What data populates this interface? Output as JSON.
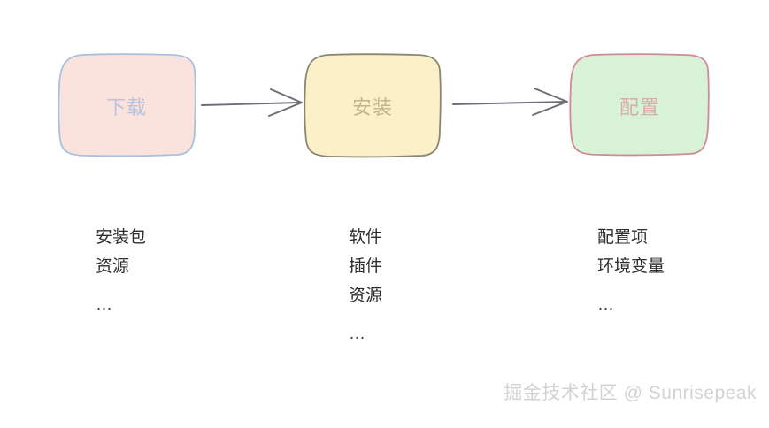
{
  "diagram": {
    "type": "flowchart",
    "orientation": "left-to-right",
    "background_color": "#ffffff",
    "nodes": [
      {
        "id": "download",
        "label": "下载",
        "fill_color": "#fbe3dd",
        "border_color": "#a8bfe0",
        "text_color": "#b6c3e2"
      },
      {
        "id": "install",
        "label": "安装",
        "fill_color": "#fcf0c8",
        "border_color": "#8a8672",
        "text_color": "#c2b48a"
      },
      {
        "id": "config",
        "label": "配置",
        "fill_color": "#d8f2d8",
        "border_color": "#d08a96",
        "text_color": "#dcada6"
      }
    ],
    "edges": [
      {
        "id": "edge-download-install",
        "from": "下载",
        "to": "安装",
        "color": "#6b6f75",
        "style": "arrow"
      },
      {
        "id": "edge-install-config",
        "from": "安装",
        "to": "配置",
        "color": "#6b6f75",
        "style": "arrow"
      }
    ],
    "detail_columns": [
      {
        "id": "download-details",
        "for_node": "下载",
        "items": [
          "安装包",
          "资源",
          "…"
        ]
      },
      {
        "id": "install-details",
        "for_node": "安装",
        "items": [
          "软件",
          "插件",
          "资源",
          "…"
        ]
      },
      {
        "id": "config-details",
        "for_node": "配置",
        "items": [
          "配置项",
          "环境变量",
          "…"
        ]
      }
    ]
  },
  "watermark": {
    "text": "掘金技术社区 @ Sunrisepeak",
    "color": "#d3d3d3"
  }
}
